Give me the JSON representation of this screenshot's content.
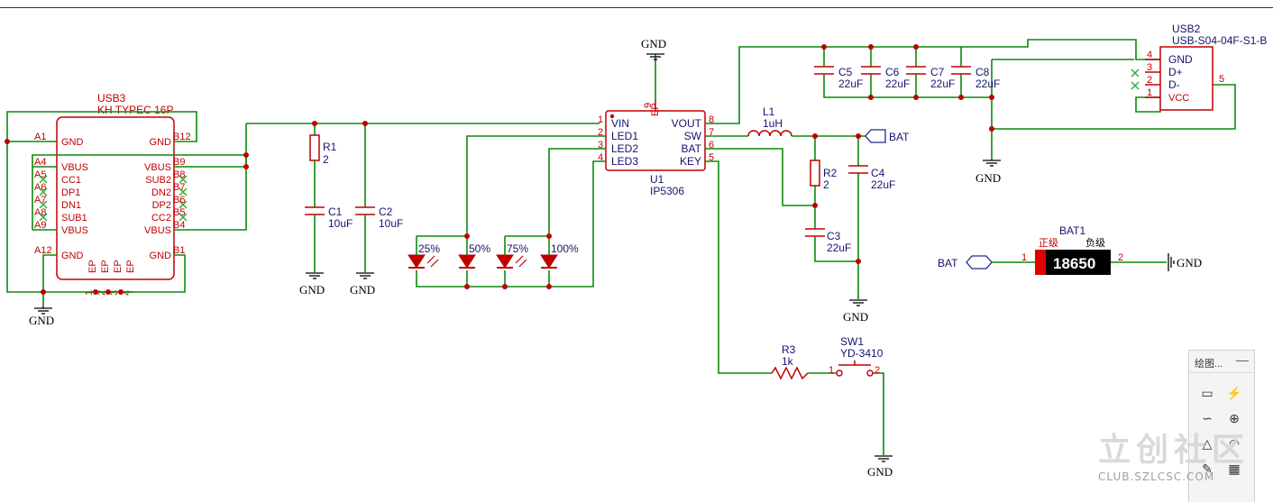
{
  "usb3": {
    "ref": "USB3",
    "value": "KH TYPEC 16P",
    "left_pins": [
      [
        "A1",
        "GND"
      ],
      [
        "A4",
        "VBUS"
      ],
      [
        "A5",
        "CC1"
      ],
      [
        "A6",
        "DP1"
      ],
      [
        "A7",
        "DN1"
      ],
      [
        "A8",
        "SUB1"
      ],
      [
        "A9",
        "VBUS"
      ],
      [
        "A12",
        "GND"
      ]
    ],
    "right_pins": [
      [
        "B12",
        "GND"
      ],
      [
        "B9",
        "VBUS"
      ],
      [
        "B8",
        "SUB2"
      ],
      [
        "B7",
        "DN2"
      ],
      [
        "B6",
        "DP2"
      ],
      [
        "B5",
        "CC2"
      ],
      [
        "B4",
        "VBUS"
      ],
      [
        "B1",
        "GND"
      ]
    ],
    "ep": [
      "EP",
      "EP",
      "EP",
      "EP"
    ],
    "ep_nums": [
      "1",
      "2",
      "3",
      "4"
    ]
  },
  "r1": {
    "ref": "R1",
    "value": "2"
  },
  "c1": {
    "ref": "C1",
    "value": "10uF"
  },
  "c2": {
    "ref": "C2",
    "value": "10uF"
  },
  "u1": {
    "ref": "U1",
    "value": "IP5306",
    "left_pins": [
      [
        "1",
        "VIN"
      ],
      [
        "2",
        "LED1"
      ],
      [
        "3",
        "LED2"
      ],
      [
        "4",
        "LED3"
      ]
    ],
    "right_pins": [
      [
        "8",
        "VOUT"
      ],
      [
        "7",
        "SW"
      ],
      [
        "6",
        "BAT"
      ],
      [
        "5",
        "KEY"
      ]
    ],
    "ep": "EP",
    "ep_num": "9"
  },
  "leds": [
    "25%",
    "50%",
    "75%",
    "100%"
  ],
  "l1": {
    "ref": "L1",
    "value": "1uH"
  },
  "r2": {
    "ref": "R2",
    "value": "2"
  },
  "c3": {
    "ref": "C3",
    "value": "22uF"
  },
  "c4": {
    "ref": "C4",
    "value": "22uF"
  },
  "caps_top": [
    {
      "ref": "C5",
      "value": "22uF"
    },
    {
      "ref": "C6",
      "value": "22uF"
    },
    {
      "ref": "C7",
      "value": "22uF"
    },
    {
      "ref": "C8",
      "value": "22uF"
    }
  ],
  "usb2": {
    "ref": "USB2",
    "value": "USB-S04-04F-S1-B",
    "pins": [
      [
        "4",
        "GND"
      ],
      [
        "3",
        "D+"
      ],
      [
        "2",
        "D-"
      ],
      [
        "1",
        "VCC"
      ]
    ],
    "pin5": "5"
  },
  "r3": {
    "ref": "R3",
    "value": "1k"
  },
  "sw1": {
    "ref": "SW1",
    "value": "YD-3410",
    "pin1": "1",
    "pin2": "2"
  },
  "bat1": {
    "ref": "BAT1",
    "pos": "正级",
    "neg": "负级",
    "label": "18650",
    "pin1": "1",
    "pin2": "2"
  },
  "net": {
    "gnd": "GND",
    "bat": "BAT"
  },
  "toolpanel": {
    "title": "绘图...",
    "minimize": "—"
  },
  "watermark": {
    "big": "立创社区",
    "small": "CLUB.SZLCSC.COM"
  }
}
